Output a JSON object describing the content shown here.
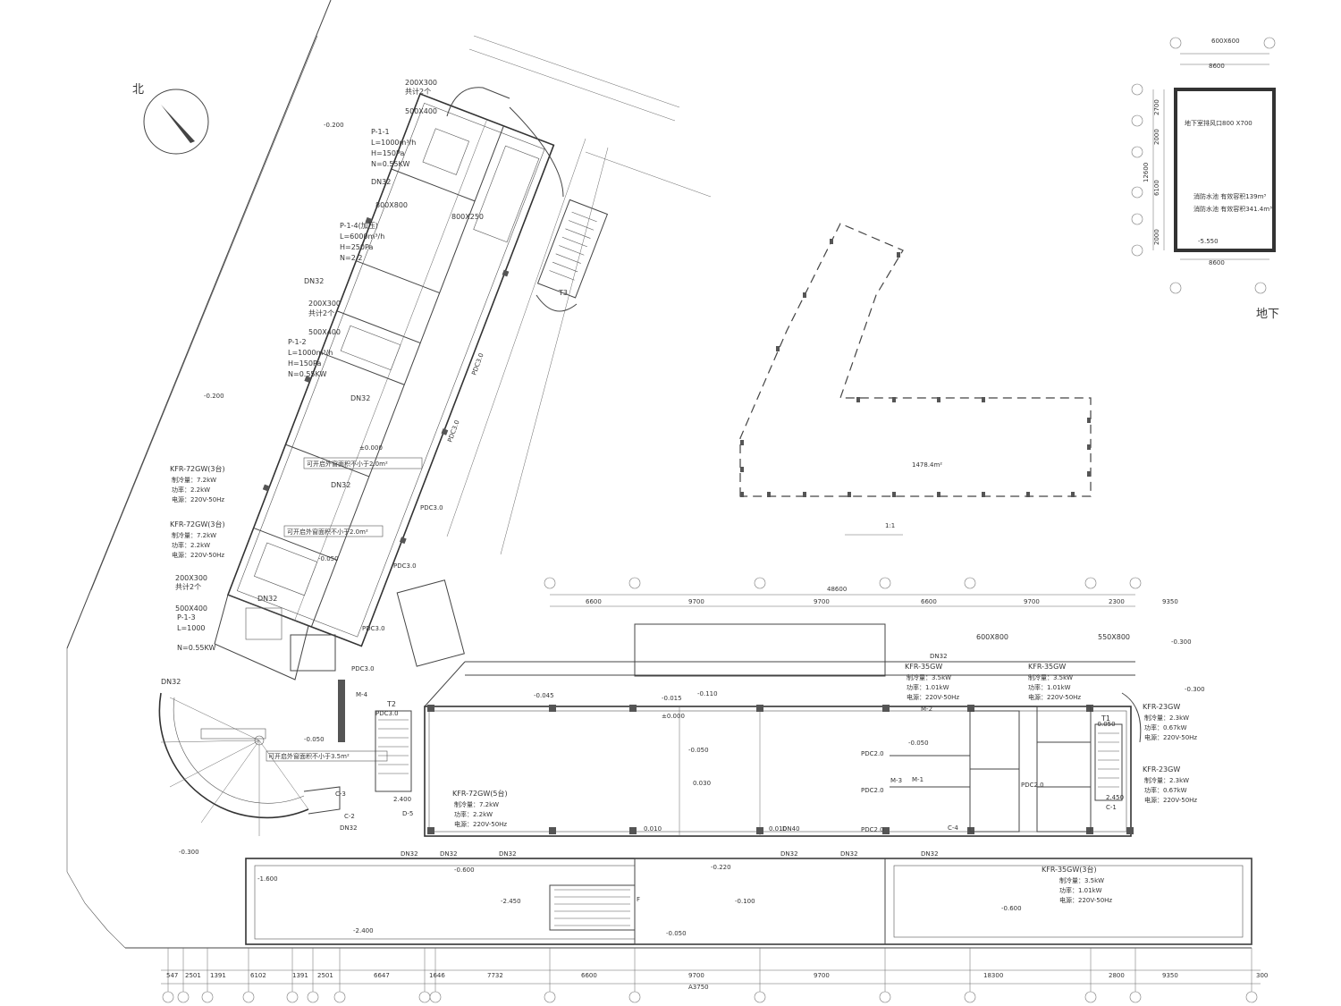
{
  "north": {
    "label": "北"
  },
  "left_wing": {
    "equipment": [
      {
        "id": "P-1-1",
        "lines": [
          "P-1-1",
          "L=1000m³/h",
          "H=150Pa",
          "N=0.55KW"
        ]
      },
      {
        "id": "P-1-4",
        "lines": [
          "P-1-4(加压)",
          "L=6000m³/h",
          "H=250Pa",
          "N=2.2"
        ]
      },
      {
        "id": "P-1-2",
        "lines": [
          "P-1-2",
          "L=1000m³/h",
          "H=150Pa",
          "N=0.55KW"
        ]
      },
      {
        "id": "P-1-3",
        "lines": [
          "P-1-3",
          "L=1000",
          "N=0.55KW"
        ]
      }
    ],
    "louvers": [
      {
        "lines": [
          "200X300",
          "共计2个",
          "500X400"
        ]
      },
      {
        "lines": [
          "800X800"
        ]
      },
      {
        "lines": [
          "200X300",
          "共计2个",
          "500X400"
        ]
      },
      {
        "lines": [
          "200X300",
          "共计2个",
          "500X400"
        ]
      }
    ],
    "ac_units": [
      {
        "lines": [
          "KFR-72GW(3台)",
          "制冷量：7.2kW",
          "功率：2.2kW",
          "电源：220V-50Hz"
        ]
      },
      {
        "lines": [
          "KFR-72GW(3台)",
          "制冷量：7.2kW",
          "功率：2.2kW",
          "电源：220V-50Hz"
        ]
      }
    ],
    "pipes": [
      "DN32",
      "DN32",
      "DN32",
      "DN32",
      "DN32"
    ],
    "duct": "800X250",
    "window_notes": [
      "可开启外窗面积不小于2.0m²",
      "可开启外窗面积不小于2.0m²",
      "可开启外窗面积不小于3.5m²"
    ],
    "levels": [
      "-0.200",
      "-0.200",
      "±0.000",
      "-0.050",
      "-0.050",
      "-0.300"
    ],
    "stair": "T3",
    "pdc": [
      "PDC3.0",
      "PDC3.0",
      "PDC3.0",
      "PDC3.0",
      "PDC3.0",
      "PDC3.0",
      "PDC3.0"
    ]
  },
  "main_block": {
    "dims_top": [
      "6600",
      "9700",
      "9700",
      "6600",
      "9700",
      "2300",
      "9350"
    ],
    "dims_top_total": "48600",
    "dims_bottom": [
      "547",
      "2501",
      "1391",
      "6102",
      "1391",
      "2501",
      "6647",
      "1646",
      "7732",
      "6600",
      "9700",
      "9700",
      "18300",
      "2800",
      "9350",
      "300"
    ],
    "dims_bottom_total": "A3750",
    "ac_units": [
      {
        "lines": [
          "KFR-72GW(5台)",
          "制冷量：7.2kW",
          "功率：2.2kW",
          "电源：220V-50Hz"
        ]
      },
      {
        "lines": [
          "KFR-35GW",
          "制冷量：3.5kW",
          "功率：1.01kW",
          "电源：220V-50Hz"
        ]
      },
      {
        "lines": [
          "KFR-35GW",
          "制冷量：3.5kW",
          "功率：1.01kW",
          "电源：220V-50Hz"
        ]
      },
      {
        "lines": [
          "KFR-35GW(3台)",
          "制冷量：3.5kW",
          "功率：1.01kW",
          "电源：220V-50Hz"
        ]
      },
      {
        "lines": [
          "KFR-23GW",
          "制冷量：2.3kW",
          "功率：0.67kW",
          "电源：220V-50Hz"
        ]
      },
      {
        "lines": [
          "KFR-23GW",
          "制冷量：2.3kW",
          "功率：0.67kW",
          "电源：220V-50Hz"
        ]
      }
    ],
    "louvers": [
      "600X800",
      "550X800"
    ],
    "pipes": [
      "DN32",
      "DN32",
      "DN32",
      "DN32",
      "DN32",
      "DN32",
      "DN40",
      "DN32",
      "DN32",
      "DN32"
    ],
    "levels": [
      "-0.045",
      "-0.015",
      "-0.110",
      "±0.000",
      "-0.050",
      "-0.050",
      "-0.050",
      "-0.600",
      "-0.220",
      "-0.100",
      "-0.050",
      "-2.450",
      "-2.400",
      "-0.600",
      "-0.300",
      "-0.300",
      "-1.600"
    ],
    "stairs": [
      "T2",
      "T1"
    ],
    "level_marks": [
      "2.400",
      "2.450",
      "0.030",
      "0.010",
      "0.010"
    ],
    "pdc": [
      "PDC2.0",
      "PDC2.0",
      "PDC2.0",
      "PDC2.0"
    ],
    "grid_marks": [
      "M-4",
      "M-1",
      "M-3",
      "M-2",
      "D-5",
      "C-4",
      "C-1",
      "C-2",
      "C-3",
      "F"
    ]
  },
  "inset": {
    "dims": [
      "600X600",
      "8600",
      "8600",
      "2700",
      "2000",
      "6100",
      "12600",
      "2000"
    ],
    "title_vent": "地下室排风口800 X700",
    "vol1": "消防水池 有效容积139m³",
    "vol2": "消防水池 有效容积341.4m³",
    "level": "-5.550",
    "title": "地下"
  },
  "site_plan": {
    "area": "1478.4m²",
    "scale": "1:1"
  }
}
